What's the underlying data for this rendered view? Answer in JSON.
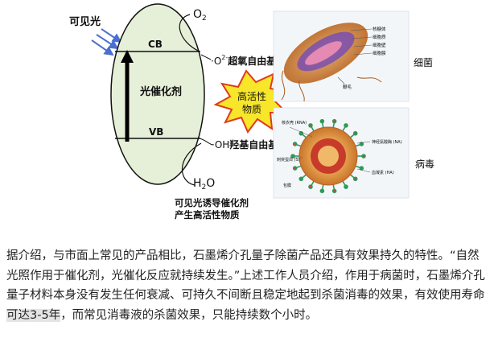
{
  "diagram": {
    "visible_light_label": "可见光",
    "cb_label": "CB",
    "vb_label": "VB",
    "catalyst_label": "光催化剂",
    "o2_label": "O",
    "o2_sub": "2",
    "superoxide_sub": "2",
    "superoxide_text": "超氧自由基",
    "hydroxyl_label": "·OH",
    "hydroxyl_text": "羟基自由基",
    "h2o_label": "H",
    "h2o_sub": "2",
    "h2o_o": "O",
    "burst_line1": "高活性",
    "burst_line2": "物质",
    "bottom_caption_line1": "可见光诱导催化剂",
    "bottom_caption_line2": "产生高活性物质",
    "bacteria_label": "细菌",
    "virus_label": "病毒",
    "bacteria_parts": [
      "核糖体",
      "细胞质",
      "细胞壁",
      "细胞膜",
      "鞭毛"
    ],
    "virus_parts": [
      "核衣壳 (RNA)",
      "刺突蛋白 (S)",
      "包膜",
      "神经氨酸酶 (NA)",
      "血凝素 (HA)"
    ]
  },
  "caption": {
    "text_before": "据介绍，与市面上常见的产品相比，石墨烯介孔量子除菌产品还具有效果持久的特性。“自然光照作用于催化剂，光催化反应就持续发生。”上述工作人员介绍，作用于病菌时，石墨烯介孔量子材料本身没有发生任何衰减、可持久不间断且稳定地起到杀菌消毒的效果，有效使用寿命",
    "highlight": "可达3-5年",
    "text_after": "，而常见消毒液的杀菌效果，只能持续数个小时。"
  },
  "colors": {
    "ellipse_fill": "#e6f0d8",
    "burst_fill": "#f7e629",
    "burst_stroke": "#e03a1c",
    "bacteria_body": "#c9813a",
    "virus_core": "#c83a2a",
    "virus_spike": "#2e9a5a"
  }
}
